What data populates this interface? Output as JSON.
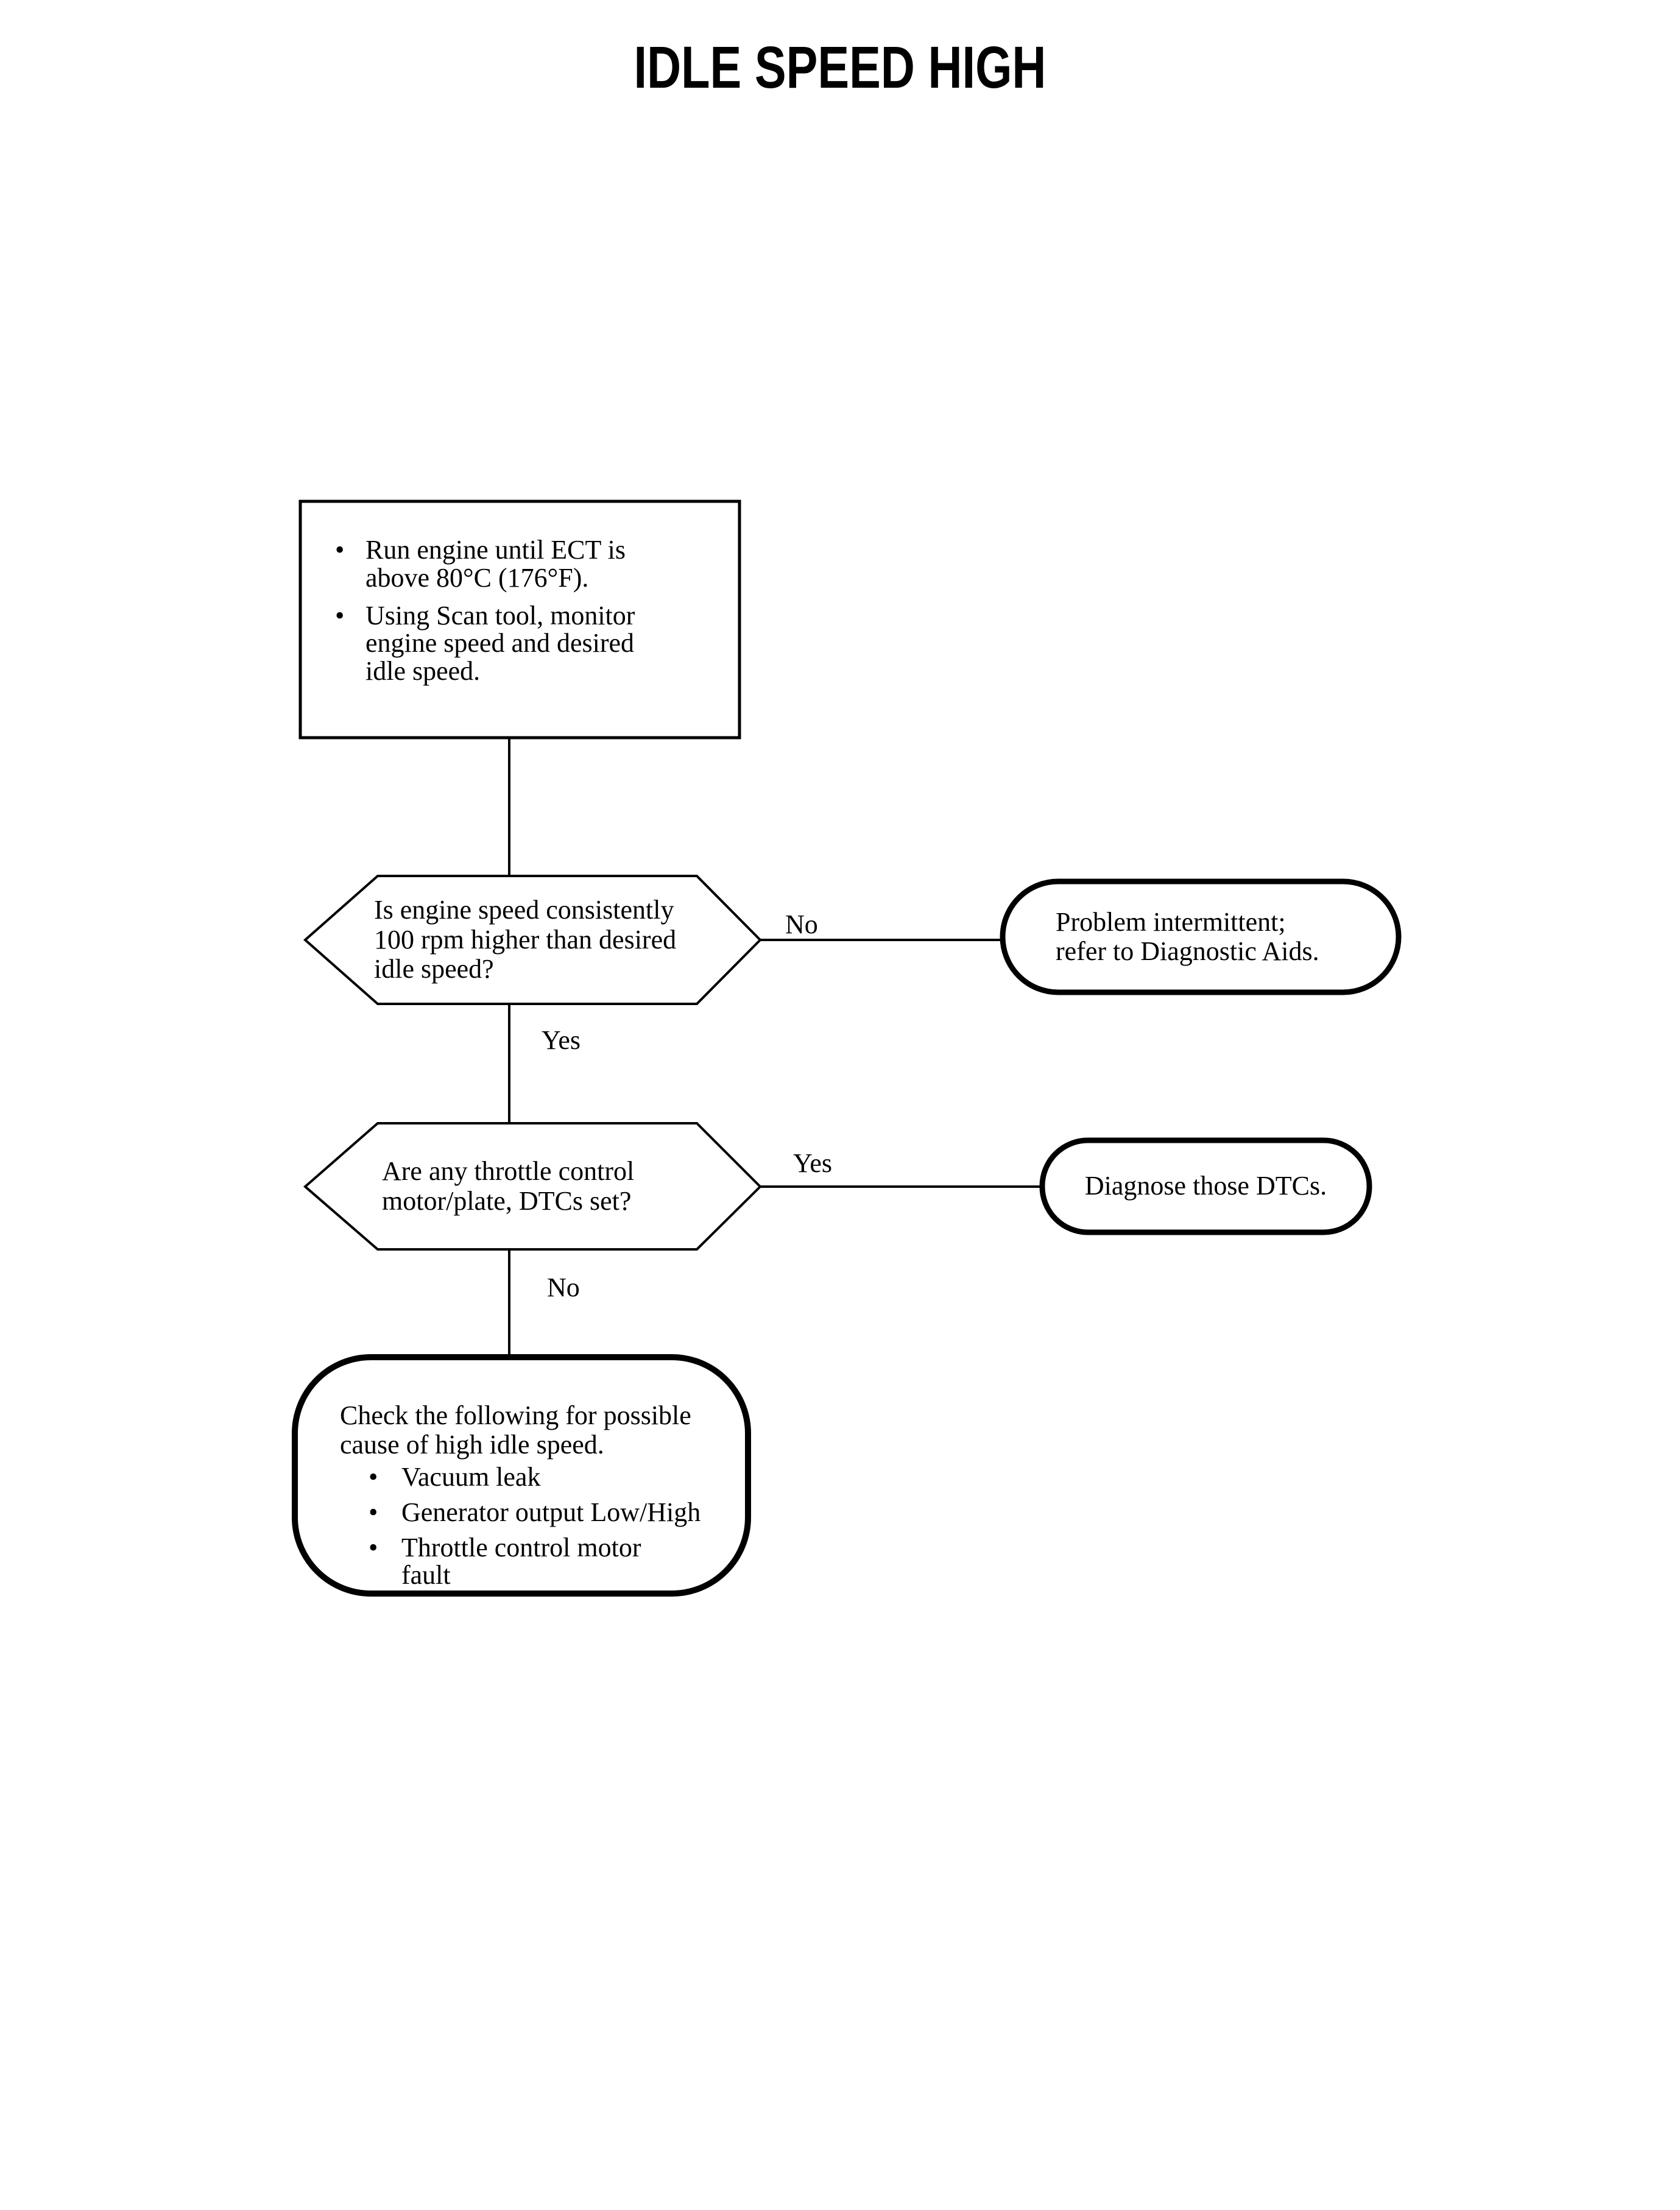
{
  "page": {
    "title": "IDLE SPEED HIGH",
    "colors": {
      "background": "#ffffff",
      "ink": "#000000"
    }
  },
  "flowchart": {
    "start_box": {
      "items": [
        "Run engine until ECT is\nabove 80°C (176°F).",
        "Using Scan tool, monitor\nengine speed and desired\nidle speed."
      ]
    },
    "decision_engine_speed": {
      "question": "Is engine speed consistently\n100 rpm higher than desired\nidle speed?",
      "no_label": "No",
      "yes_label": "Yes"
    },
    "result_problem_intermittent": {
      "text": "Problem intermittent;\nrefer to Diagnostic Aids."
    },
    "decision_dtcs": {
      "question": "Are any throttle control\nmotor/plate, DTCs set?",
      "yes_label": "Yes",
      "no_label": "No"
    },
    "result_diagnose_dtcs": {
      "text": "Diagnose those DTCs."
    },
    "check_box": {
      "intro": "Check the following for possible\ncause of high idle speed.",
      "items": [
        "Vacuum leak",
        "Generator output Low/High",
        "Throttle control motor\nfault"
      ]
    }
  }
}
